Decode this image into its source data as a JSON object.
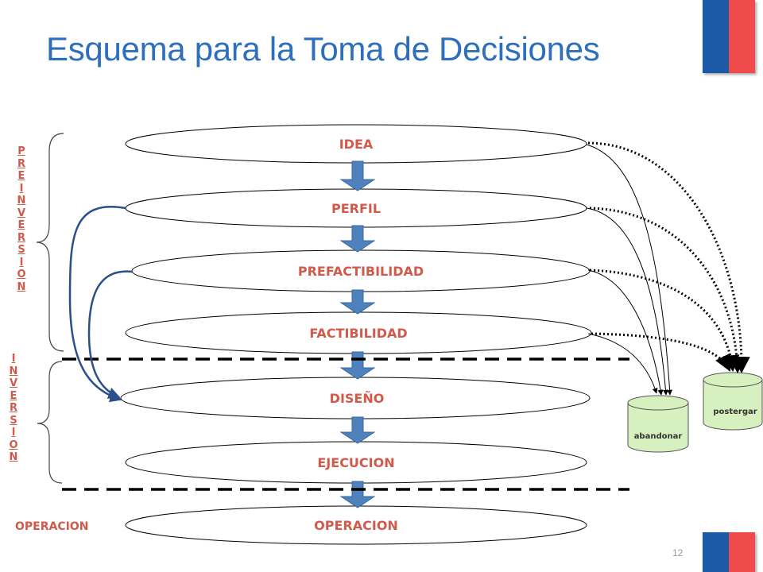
{
  "slide": {
    "title": "Esquema para la Toma de Decisiones",
    "page_number": "12"
  },
  "phases": {
    "preinversion": "PREINVERSION",
    "inversion": "INVERSION",
    "operacion": "OPERACION"
  },
  "stages": [
    "IDEA",
    "PERFIL",
    "PREFACTIBILIDAD",
    "FACTIBILIDAD",
    "DISEÑO",
    "EJECUCION",
    "OPERACION"
  ],
  "outcomes": {
    "abandon": "abandonar",
    "postpone": "postergar"
  },
  "colors": {
    "title": "#2e6fbd",
    "label": "#d25a4b",
    "arrow": "#4f81bd",
    "flag_blue": "#1c5aa6",
    "flag_red": "#ef4a4c",
    "cylinder": "#d7f0c0"
  }
}
